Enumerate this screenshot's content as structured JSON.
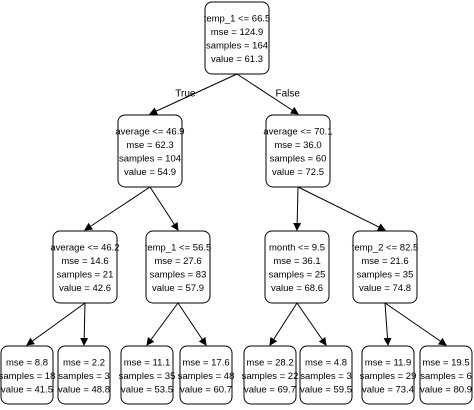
{
  "tree": {
    "nodes": [
      {
        "id": "n0",
        "lines": [
          "temp_1 <= 66.5",
          "mse = 124.9",
          "samples = 164",
          "value = 61.3"
        ]
      },
      {
        "id": "n1",
        "lines": [
          "average <= 46.9",
          "mse = 62.3",
          "samples = 104",
          "value = 54.9"
        ]
      },
      {
        "id": "n2",
        "lines": [
          "average <= 70.1",
          "mse = 36.0",
          "samples = 60",
          "value = 72.5"
        ]
      },
      {
        "id": "n3",
        "lines": [
          "average <= 46.2",
          "mse = 14.6",
          "samples = 21",
          "value = 42.6"
        ]
      },
      {
        "id": "n4",
        "lines": [
          "temp_1 <= 56.5",
          "mse = 27.6",
          "samples = 83",
          "value = 57.9"
        ]
      },
      {
        "id": "n5",
        "lines": [
          "month <= 9.5",
          "mse = 36.1",
          "samples = 25",
          "value = 68.6"
        ]
      },
      {
        "id": "n6",
        "lines": [
          "temp_2 <= 82.5",
          "mse = 21.6",
          "samples = 35",
          "value = 74.8"
        ]
      },
      {
        "id": "n7",
        "lines": [
          "mse = 8.8",
          "samples = 18",
          "value = 41.5"
        ]
      },
      {
        "id": "n8",
        "lines": [
          "mse = 2.2",
          "samples = 3",
          "value = 48.8"
        ]
      },
      {
        "id": "n9",
        "lines": [
          "mse = 11.1",
          "samples = 35",
          "value = 53.5"
        ]
      },
      {
        "id": "n10",
        "lines": [
          "mse = 17.6",
          "samples = 48",
          "value = 60.7"
        ]
      },
      {
        "id": "n11",
        "lines": [
          "mse = 28.2",
          "samples = 22",
          "value = 69.7"
        ]
      },
      {
        "id": "n12",
        "lines": [
          "mse = 4.8",
          "samples = 3",
          "value = 59.5"
        ]
      },
      {
        "id": "n13",
        "lines": [
          "mse = 11.9",
          "samples = 29",
          "value = 73.4"
        ]
      },
      {
        "id": "n14",
        "lines": [
          "mse = 19.5",
          "samples = 6",
          "value = 80.9"
        ]
      }
    ],
    "edges": [
      {
        "from": "n0",
        "to": "n1",
        "label": "True"
      },
      {
        "from": "n0",
        "to": "n2",
        "label": "False"
      },
      {
        "from": "n1",
        "to": "n3",
        "label": ""
      },
      {
        "from": "n1",
        "to": "n4",
        "label": ""
      },
      {
        "from": "n2",
        "to": "n5",
        "label": ""
      },
      {
        "from": "n2",
        "to": "n6",
        "label": ""
      },
      {
        "from": "n3",
        "to": "n7",
        "label": ""
      },
      {
        "from": "n3",
        "to": "n8",
        "label": ""
      },
      {
        "from": "n4",
        "to": "n9",
        "label": ""
      },
      {
        "from": "n4",
        "to": "n10",
        "label": ""
      },
      {
        "from": "n5",
        "to": "n11",
        "label": ""
      },
      {
        "from": "n5",
        "to": "n12",
        "label": ""
      },
      {
        "from": "n6",
        "to": "n13",
        "label": ""
      },
      {
        "from": "n6",
        "to": "n14",
        "label": ""
      }
    ]
  }
}
